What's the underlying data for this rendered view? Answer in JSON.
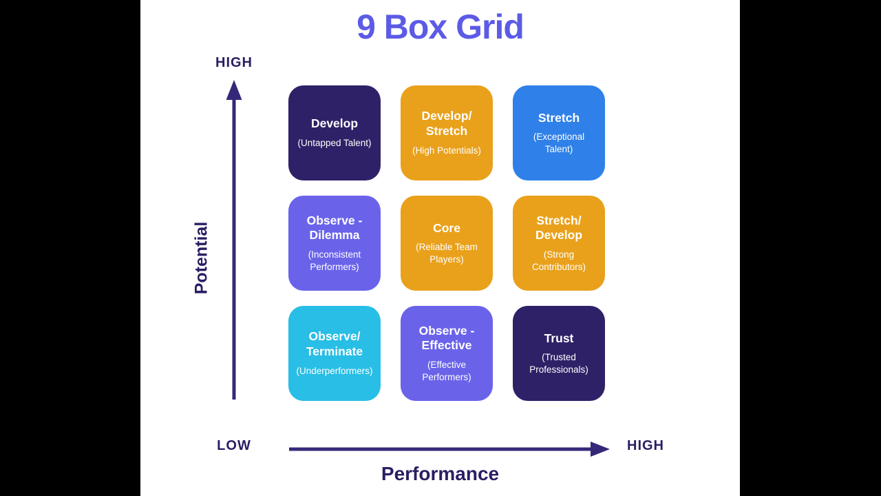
{
  "title": {
    "text": "9 Box Grid",
    "color": "#5C5BE6"
  },
  "axes": {
    "label_color": "#2B1D63",
    "arrow_color": "#362879",
    "y": {
      "label": "Potential",
      "top_label": "HIGH"
    },
    "x": {
      "label": "Performance",
      "left_label": "LOW",
      "right_label": "HIGH"
    }
  },
  "grid": {
    "cells": [
      {
        "title": "Develop",
        "subtitle": "(Untapped Talent)",
        "color": "#2F2167"
      },
      {
        "title": "Develop/\nStretch",
        "subtitle": "(High Potentials)",
        "color": "#E9A11B"
      },
      {
        "title": "Stretch",
        "subtitle": "(Exceptional\nTalent)",
        "color": "#2F80E8"
      },
      {
        "title": "Observe -\nDilemma",
        "subtitle": "(Inconsistent\nPerformers)",
        "color": "#6A63EA"
      },
      {
        "title": "Core",
        "subtitle": "(Reliable Team\nPlayers)",
        "color": "#E9A11B"
      },
      {
        "title": "Stretch/\nDevelop",
        "subtitle": "(Strong\nContributors)",
        "color": "#E9A11B"
      },
      {
        "title": "Observe/\nTerminate",
        "subtitle": "(Underperformers)",
        "color": "#28BEE5"
      },
      {
        "title": "Observe -\nEffective",
        "subtitle": "(Effective\nPerformers)",
        "color": "#6A63EA"
      },
      {
        "title": "Trust",
        "subtitle": "(Trusted\nProfessionals)",
        "color": "#2F2167"
      }
    ]
  }
}
